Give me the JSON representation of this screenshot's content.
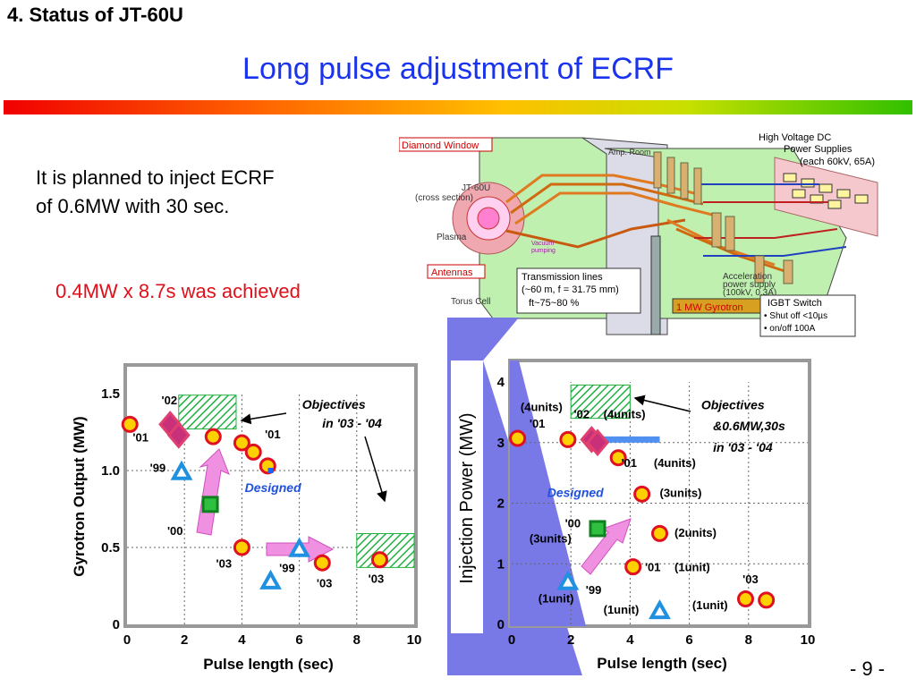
{
  "slide": {
    "section": "4.  Status of JT-60U",
    "title": "Long pulse adjustment of ECRF",
    "plan_line1": "It is planned to inject ECRF",
    "plan_line2": "of 0.6MW with 30 sec.",
    "achieved": "0.4MW x 8.7s was achieved",
    "page": "- 9 -"
  },
  "diagram": {
    "hv_title1": "High Voltage DC",
    "hv_title2": "Power Supplies",
    "hv_title3": "(each 60kV, 65A)",
    "diamond_window": "Diamond Window",
    "amp_room": "Amp. Room",
    "jt_title1": "JT-60U",
    "jt_title2": "(cross section)",
    "plasma": "Plasma",
    "vacuum1": "Vacuum",
    "vacuum2": "pumping",
    "antennas": "Antennas",
    "torus_cell": "Torus Cell",
    "tl_title": "Transmission lines",
    "tl_line1": "(~60 m, f = 31.75 mm)",
    "tl_line2": "ft~75~80 %",
    "accel1": "Acceleration",
    "accel2": "power supply",
    "accel3": "(100kV, 0.3A)",
    "gyrotron": "1 MW Gyrotron",
    "igbt_title": "IGBT Switch",
    "igbt_line1": "• Shut off  <10µs",
    "igbt_line2": "• on/off  100A"
  },
  "chart_data": [
    {
      "type": "scatter",
      "xlabel": "Pulse length (sec)",
      "ylabel": "Gyrotron Output (MW)",
      "xlim": [
        0,
        10
      ],
      "ylim": [
        0,
        1.5
      ],
      "xticks": [
        "0",
        "2",
        "4",
        "6",
        "8",
        "10"
      ],
      "yticks": [
        "0",
        "0.5",
        "1.0",
        "1.5"
      ],
      "grid": true,
      "series": [
        {
          "marker": "circle",
          "color": "#ffd000",
          "points": [
            [
              0.1,
              1.3
            ],
            [
              3.0,
              1.22
            ],
            [
              4.0,
              1.18
            ],
            [
              4.4,
              1.12
            ],
            [
              4.9,
              1.03
            ],
            [
              4.0,
              0.5
            ],
            [
              6.8,
              0.4
            ],
            [
              8.8,
              0.42
            ]
          ]
        },
        {
          "marker": "diamond",
          "color": "#c8307a",
          "points": [
            [
              1.5,
              1.3
            ],
            [
              1.8,
              1.23
            ]
          ]
        },
        {
          "marker": "triangle",
          "color": "#2090e0",
          "points": [
            [
              1.9,
              0.99
            ],
            [
              6.0,
              0.49
            ],
            [
              5.0,
              0.28
            ]
          ]
        },
        {
          "marker": "square",
          "color": "#30c040",
          "points": [
            [
              2.9,
              0.78
            ]
          ]
        },
        {
          "marker": "designed-dot",
          "color": "#2060ff",
          "points": [
            [
              5.0,
              1.0
            ]
          ]
        }
      ],
      "annotations": [
        {
          "text": "'02",
          "x": 1.2,
          "y": 1.43
        },
        {
          "text": "'01",
          "x": 0.2,
          "y": 1.19
        },
        {
          "text": "'01",
          "x": 4.8,
          "y": 1.21
        },
        {
          "text": "'99",
          "x": 0.8,
          "y": 0.99
        },
        {
          "text": "Designed",
          "x": 4.1,
          "y": 0.86
        },
        {
          "text": "'00",
          "x": 1.4,
          "y": 0.58
        },
        {
          "text": "'03",
          "x": 3.1,
          "y": 0.37
        },
        {
          "text": "'99",
          "x": 5.3,
          "y": 0.34
        },
        {
          "text": "'03",
          "x": 6.6,
          "y": 0.24
        },
        {
          "text": "'03",
          "x": 8.4,
          "y": 0.27
        },
        {
          "text": "Objectives",
          "x": 6.1,
          "y": 1.4
        },
        {
          "text": "in '03 - '04",
          "x": 6.8,
          "y": 1.28
        }
      ],
      "objective_boxes": [
        [
          1.8,
          1.27,
          2.0,
          0.22
        ],
        [
          8.0,
          0.37,
          2.0,
          0.22
        ]
      ]
    },
    {
      "type": "scatter",
      "xlabel": "Pulse length (sec)",
      "ylabel": "Injection Power (MW)",
      "xlim": [
        0,
        10
      ],
      "ylim": [
        0,
        4
      ],
      "xticks": [
        "0",
        "2",
        "4",
        "6",
        "8",
        "10"
      ],
      "yticks": [
        "0",
        "1",
        "2",
        "3",
        "4"
      ],
      "grid": true,
      "series": [
        {
          "marker": "circle",
          "color": "#ffd000",
          "points": [
            [
              0.2,
              3.07
            ],
            [
              1.9,
              3.05
            ],
            [
              3.6,
              2.75
            ],
            [
              4.4,
              2.15
            ],
            [
              5.0,
              1.5
            ],
            [
              4.1,
              0.95
            ],
            [
              7.9,
              0.42
            ],
            [
              8.6,
              0.4
            ]
          ]
        },
        {
          "marker": "diamond",
          "color": "#c8307a",
          "points": [
            [
              2.7,
              3.05
            ],
            [
              2.9,
              3.0
            ]
          ]
        },
        {
          "marker": "triangle",
          "color": "#2090e0",
          "points": [
            [
              1.9,
              0.7
            ],
            [
              5.0,
              0.22
            ]
          ]
        },
        {
          "marker": "square",
          "color": "#30c040",
          "points": [
            [
              2.9,
              1.58
            ]
          ]
        }
      ],
      "annotations": [
        {
          "text": "(4units)",
          "x": 0.3,
          "y": 3.52
        },
        {
          "text": "'01",
          "x": 0.6,
          "y": 3.25
        },
        {
          "text": "'02",
          "x": 2.1,
          "y": 3.4
        },
        {
          "text": "(4units)",
          "x": 3.1,
          "y": 3.4
        },
        {
          "text": "'01",
          "x": 3.7,
          "y": 2.6
        },
        {
          "text": "(4units)",
          "x": 4.8,
          "y": 2.6
        },
        {
          "text": "Designed",
          "x": 1.2,
          "y": 2.1
        },
        {
          "text": "(3units)",
          "x": 5.0,
          "y": 2.1
        },
        {
          "text": "'00",
          "x": 1.8,
          "y": 1.6
        },
        {
          "text": "(3units)",
          "x": 0.6,
          "y": 1.35
        },
        {
          "text": "(2units)",
          "x": 5.5,
          "y": 1.45
        },
        {
          "text": "'01",
          "x": 4.5,
          "y": 0.88
        },
        {
          "text": "(1unit)",
          "x": 5.5,
          "y": 0.88
        },
        {
          "text": "'99",
          "x": 2.5,
          "y": 0.5
        },
        {
          "text": "(1unit)",
          "x": 0.9,
          "y": 0.36
        },
        {
          "text": "(1unit)",
          "x": 3.1,
          "y": 0.18
        },
        {
          "text": "(1unit)",
          "x": 6.1,
          "y": 0.25
        },
        {
          "text": "'03",
          "x": 7.8,
          "y": 0.68
        },
        {
          "text": "Objectives",
          "x": 6.4,
          "y": 3.55
        },
        {
          "text": "&0.6MW,30s",
          "x": 6.8,
          "y": 3.2
        },
        {
          "text": "in '03 - '04",
          "x": 6.8,
          "y": 2.85
        }
      ],
      "objective_boxes": [
        [
          2.0,
          3.4,
          2.0,
          0.55
        ]
      ],
      "designed_bar": [
        [
          3.0,
          3.05
        ],
        [
          5.0,
          3.05
        ]
      ]
    }
  ]
}
